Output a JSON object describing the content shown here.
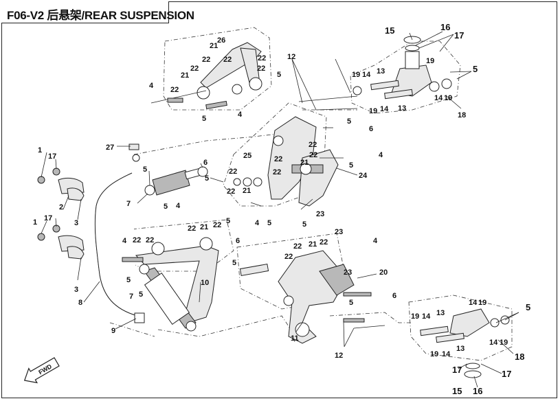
{
  "title": "F06-V2 后悬架/REAR SUSPENSION",
  "fwd_label": "FWD",
  "callouts": [
    {
      "id": "c-1a",
      "text": "1"
    },
    {
      "id": "c-17a",
      "text": "17"
    },
    {
      "id": "c-2",
      "text": "2"
    },
    {
      "id": "c-3a",
      "text": "3"
    },
    {
      "id": "c-1b",
      "text": "1"
    },
    {
      "id": "c-17b",
      "text": "17"
    },
    {
      "id": "c-3b",
      "text": "3"
    },
    {
      "id": "c-8",
      "text": "8"
    },
    {
      "id": "c-9",
      "text": "9"
    },
    {
      "id": "c-27",
      "text": "27"
    },
    {
      "id": "c-5a",
      "text": "5"
    },
    {
      "id": "c-6a",
      "text": "6"
    },
    {
      "id": "c-7a",
      "text": "7"
    },
    {
      "id": "c-5b",
      "text": "5"
    },
    {
      "id": "c-4a",
      "text": "4"
    },
    {
      "id": "c-22a",
      "text": "22"
    },
    {
      "id": "c-22b",
      "text": "22"
    },
    {
      "id": "c-22c",
      "text": "22"
    },
    {
      "id": "c-21a",
      "text": "21"
    },
    {
      "id": "c-26",
      "text": "26"
    },
    {
      "id": "c-21b",
      "text": "21"
    },
    {
      "id": "c-22d",
      "text": "22"
    },
    {
      "id": "c-22e",
      "text": "22"
    },
    {
      "id": "c-22f",
      "text": "22"
    },
    {
      "id": "c-5c",
      "text": "5"
    },
    {
      "id": "c-5d",
      "text": "5"
    },
    {
      "id": "c-4b",
      "text": "4"
    },
    {
      "id": "c-12a",
      "text": "12"
    },
    {
      "id": "c-5e",
      "text": "5"
    },
    {
      "id": "c-6b",
      "text": "6"
    },
    {
      "id": "c-15a",
      "text": "15"
    },
    {
      "id": "c-16a",
      "text": "16"
    },
    {
      "id": "c-17c",
      "text": "17"
    },
    {
      "id": "c-19a",
      "text": "19"
    },
    {
      "id": "c-14a",
      "text": "14"
    },
    {
      "id": "c-13a",
      "text": "13"
    },
    {
      "id": "c-19b",
      "text": "19"
    },
    {
      "id": "c-5f",
      "text": "5"
    },
    {
      "id": "c-19c",
      "text": "19"
    },
    {
      "id": "c-14b",
      "text": "14"
    },
    {
      "id": "c-13b",
      "text": "13"
    },
    {
      "id": "c-14c",
      "text": "14"
    },
    {
      "id": "c-19d",
      "text": "19"
    },
    {
      "id": "c-18a",
      "text": "18"
    },
    {
      "id": "c-22g",
      "text": "22"
    },
    {
      "id": "c-22h",
      "text": "22"
    },
    {
      "id": "c-25",
      "text": "25"
    },
    {
      "id": "c-22i",
      "text": "22"
    },
    {
      "id": "c-21c",
      "text": "21"
    },
    {
      "id": "c-22j",
      "text": "22"
    },
    {
      "id": "c-4c",
      "text": "4"
    },
    {
      "id": "c-5g",
      "text": "5"
    },
    {
      "id": "c-22k",
      "text": "22"
    },
    {
      "id": "c-21d",
      "text": "21"
    },
    {
      "id": "c-22l",
      "text": "22"
    },
    {
      "id": "c-24",
      "text": "24"
    },
    {
      "id": "c-4d",
      "text": "4"
    },
    {
      "id": "c-5h",
      "text": "5"
    },
    {
      "id": "c-23a",
      "text": "23"
    },
    {
      "id": "c-5i",
      "text": "5"
    },
    {
      "id": "c-4e",
      "text": "4"
    },
    {
      "id": "c-4f",
      "text": "4"
    },
    {
      "id": "c-22m",
      "text": "22"
    },
    {
      "id": "c-22n",
      "text": "22"
    },
    {
      "id": "c-22o",
      "text": "22"
    },
    {
      "id": "c-21e",
      "text": "21"
    },
    {
      "id": "c-22p",
      "text": "22"
    },
    {
      "id": "c-5j",
      "text": "5"
    },
    {
      "id": "c-6c",
      "text": "6"
    },
    {
      "id": "c-5k",
      "text": "5"
    },
    {
      "id": "c-10",
      "text": "10"
    },
    {
      "id": "c-7b",
      "text": "7"
    },
    {
      "id": "c-5l",
      "text": "5"
    },
    {
      "id": "c-5m",
      "text": "5"
    },
    {
      "id": "c-23b",
      "text": "23"
    },
    {
      "id": "c-22q",
      "text": "22"
    },
    {
      "id": "c-21f",
      "text": "21"
    },
    {
      "id": "c-22r",
      "text": "22"
    },
    {
      "id": "c-22s",
      "text": "22"
    },
    {
      "id": "c-4g",
      "text": "4"
    },
    {
      "id": "c-5n",
      "text": "5"
    },
    {
      "id": "c-23c",
      "text": "23"
    },
    {
      "id": "c-20",
      "text": "20"
    },
    {
      "id": "c-5o",
      "text": "5"
    },
    {
      "id": "c-6d",
      "text": "6"
    },
    {
      "id": "c-11",
      "text": "11"
    },
    {
      "id": "c-12b",
      "text": "12"
    },
    {
      "id": "c-14d",
      "text": "14"
    },
    {
      "id": "c-19e",
      "text": "19"
    },
    {
      "id": "c-5p",
      "text": "5"
    },
    {
      "id": "c-19f",
      "text": "19"
    },
    {
      "id": "c-14e",
      "text": "14"
    },
    {
      "id": "c-13c",
      "text": "13"
    },
    {
      "id": "c-19g",
      "text": "19"
    },
    {
      "id": "c-14f",
      "text": "14"
    },
    {
      "id": "c-13d",
      "text": "13"
    },
    {
      "id": "c-14g",
      "text": "14"
    },
    {
      "id": "c-19h",
      "text": "19"
    },
    {
      "id": "c-18b",
      "text": "18"
    },
    {
      "id": "c-17d",
      "text": "17"
    },
    {
      "id": "c-17e",
      "text": "17"
    },
    {
      "id": "c-15b",
      "text": "15"
    },
    {
      "id": "c-16b",
      "text": "16"
    }
  ]
}
